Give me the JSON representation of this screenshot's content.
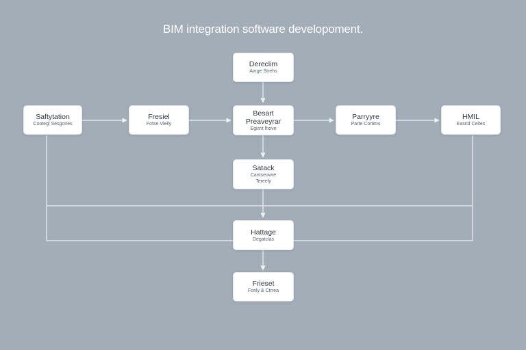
{
  "diagram": {
    "title": "BIM integration software developoment.",
    "nodes": [
      {
        "id": "top",
        "title": "Dereclim",
        "subtitle": "Avrge Strehs"
      },
      {
        "id": "left1",
        "title": "Saftytation",
        "subtitle": "Cootegl Sesgories"
      },
      {
        "id": "left2",
        "title": "Fresiel",
        "subtitle": "Fotse Vlelly"
      },
      {
        "id": "center",
        "title": "Besart Preaveyrar",
        "subtitle": "Egisnt lhove"
      },
      {
        "id": "right2",
        "title": "Parryyre",
        "subtitle": "Parte Cortims"
      },
      {
        "id": "right1",
        "title": "HMIL",
        "subtitle": "Easnd Celtes"
      },
      {
        "id": "stack",
        "title": "Satack",
        "subtitle": "Cantseowre Tereely"
      },
      {
        "id": "heritage",
        "title": "Hattage",
        "subtitle": "Degatclas"
      },
      {
        "id": "bottom",
        "title": "Frieset",
        "subtitle": "Fonly & Ctrrea"
      }
    ],
    "edges": [
      {
        "from": "top",
        "to": "center"
      },
      {
        "from": "left1",
        "to": "left2"
      },
      {
        "from": "left2",
        "to": "center"
      },
      {
        "from": "center",
        "to": "right2"
      },
      {
        "from": "right2",
        "to": "right1"
      },
      {
        "from": "center",
        "to": "stack"
      },
      {
        "from": "stack",
        "to": "heritage"
      },
      {
        "from": "heritage",
        "to": "bottom"
      }
    ],
    "colors": {
      "background": "#a3adb7",
      "node": "#ffffff",
      "line": "#eef1f4"
    }
  }
}
